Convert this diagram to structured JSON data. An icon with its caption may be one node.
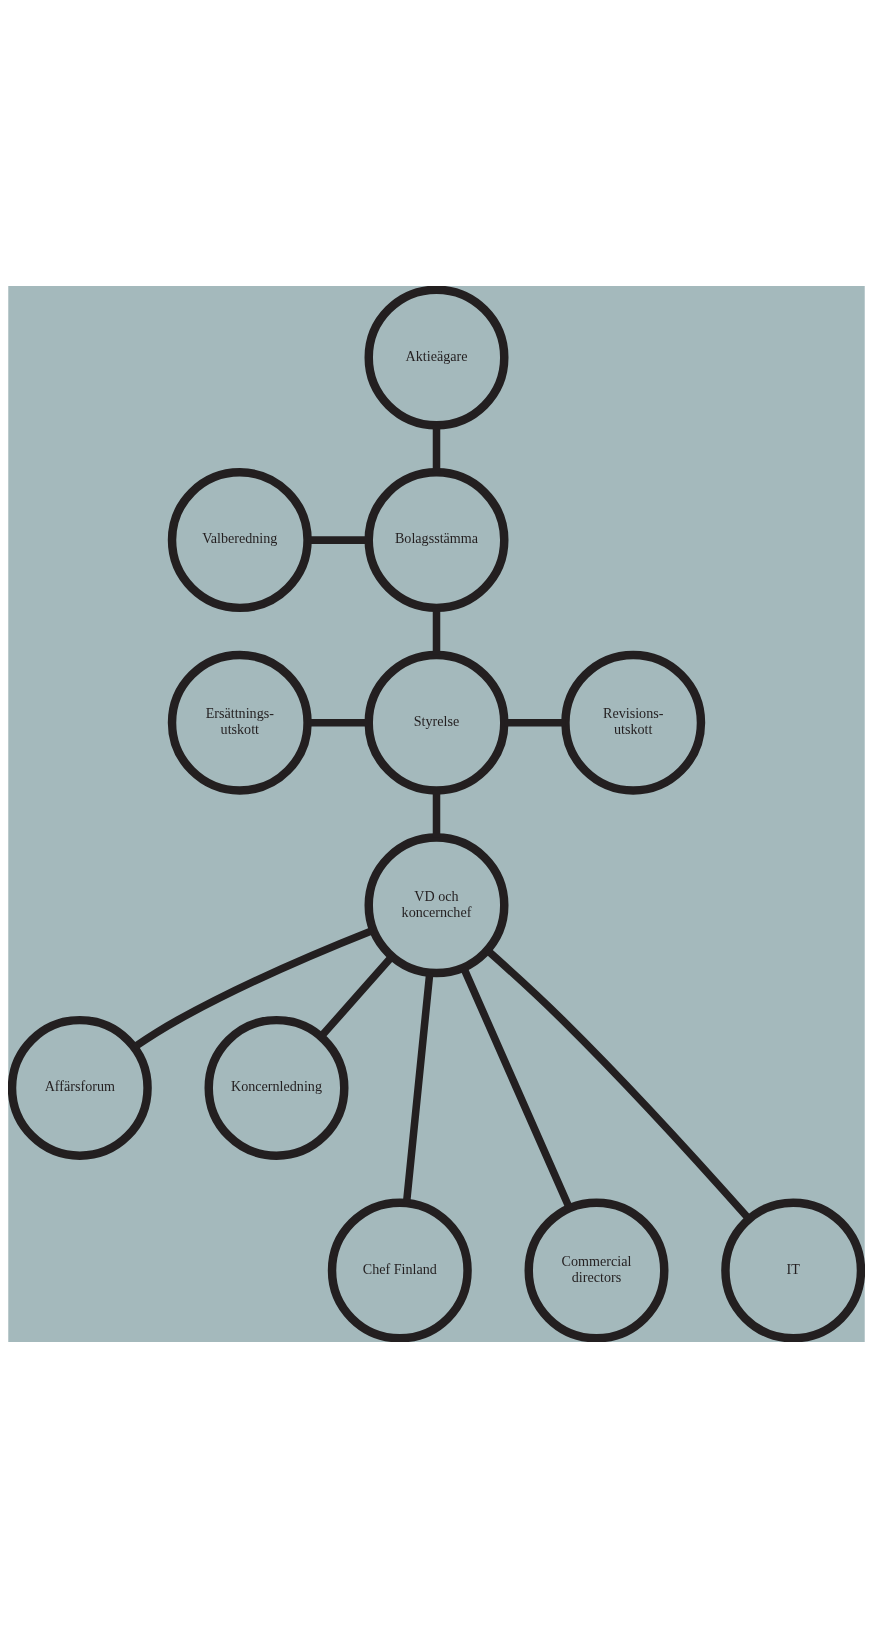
{
  "diagram": {
    "nodes": [
      {
        "text": [
          "Aktieägare"
        ]
      },
      {
        "text": [
          "Valberedning"
        ]
      },
      {
        "text": [
          "Bolagsstämma"
        ]
      },
      {
        "text": [
          "Ersättnings- utskott"
        ]
      },
      {
        "text": [
          "Styrelse"
        ]
      },
      {
        "text": [
          "Revisions- utskott"
        ]
      },
      {
        "text": [
          "VD och koncernchef"
        ]
      },
      {
        "text": [
          "Affärsforum"
        ]
      },
      {
        "text": [
          "Koncernledning"
        ]
      },
      {
        "text": [
          "Chef Finland"
        ]
      },
      {
        "text": [
          "Commercial directors"
        ]
      },
      {
        "text": [
          "IT"
        ]
      }
    ],
    "edges": [
      {
        "from": 0,
        "to": 2,
        "arrow": "none"
      },
      {
        "from": 1,
        "to": 2,
        "arrow": "none"
      },
      {
        "from": 2,
        "to": 4,
        "arrow": "none"
      },
      {
        "from": 3,
        "to": 4,
        "arrow": "none"
      },
      {
        "from": 4,
        "to": 5,
        "arrow": "none"
      },
      {
        "from": 4,
        "to": 6,
        "arrow": "none"
      },
      {
        "from": 6,
        "to": 7,
        "arrow": "none"
      },
      {
        "from": 6,
        "to": 8,
        "arrow": "none"
      },
      {
        "from": 6,
        "to": 9,
        "arrow": "none"
      },
      {
        "from": 6,
        "to": 10,
        "arrow": "none"
      },
      {
        "from": 6,
        "to": 11,
        "arrow": "none"
      }
    ]
  }
}
